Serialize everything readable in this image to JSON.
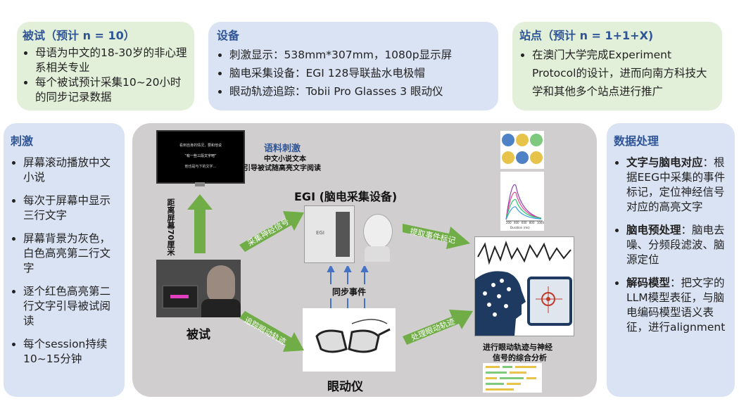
{
  "subjects": {
    "title": "被试（预计 n = 10）",
    "items": [
      "母语为中文的18-30岁的非心理系相关专业",
      "每个被试预计采集10~20小时的同步记录数据"
    ]
  },
  "equipment": {
    "title": "设备",
    "items": [
      "刺激显示：538mm*307mm，1080p显示屏",
      "脑电采集设备：EGI 128导联盐水电极帽",
      "眼动轨迹追踪：Tobii Pro Glasses 3 眼动仪"
    ]
  },
  "sites": {
    "title": "站点（预计 n = 1+1+X)",
    "items": [
      "在澳门大学完成Experiment Protocol的设计，进而向南方科技大学和其他多个站点进行推广"
    ]
  },
  "stimulus": {
    "title": "刺激",
    "items": [
      "屏幕滚动播放中文小说",
      "每次于屏幕中显示三行文字",
      "屏幕背景为灰色，白色高亮第二行文字",
      "逐个红色高亮第二行文字引导被试阅读",
      "每个session持续10~15分钟"
    ]
  },
  "processing": {
    "title": "数据处理",
    "items": [
      {
        "bold": "文字与脑电对应",
        "text": "：根据EEG中采集的事件标记，定位神经信号对应的高亮文字"
      },
      {
        "bold": "脑电预处理",
        "text": "：脑电去噪、分频段滤波、脑源定位"
      },
      {
        "bold": "解码模型",
        "text": "：把文字的LLM模型表征，与脑电编码模型语义表征，进行alignment"
      }
    ]
  },
  "center": {
    "screen_lines": [
      "看到自身的情况，要和他说",
      "“有一些三段文字吧”",
      "他也是与下的文字…"
    ],
    "corpus_title": "语料刺激",
    "corpus_sub1": "中文小说文本",
    "corpus_sub2": "引导被试随高亮文字阅读",
    "distance": "距离屏幕70厘米",
    "egi_title": "EGI (脑电采集设备)",
    "subject_label": "被试",
    "eyetracker_label": "眼动仪",
    "sync_label": "同步事件",
    "collect_signal": "采集神经信号",
    "track_eye": "追踪眼动轨迹",
    "extract_marks": "提取事件标记",
    "process_eye": "处理眼动轨迹",
    "analysis_line1": "进行眼动轨迹与神经",
    "analysis_line2": "信号的综合分析",
    "chart_xlabel": "Duration (ms)",
    "chart_ticks": [
      "200",
      "400",
      "600",
      "800",
      "1000"
    ]
  },
  "colors": {
    "title_blue": "#2f5597",
    "green_box": "#e2efd9",
    "blue_box": "#dae3f3",
    "gray_panel": "#d0cece",
    "arrow_green": "#70ad47"
  }
}
